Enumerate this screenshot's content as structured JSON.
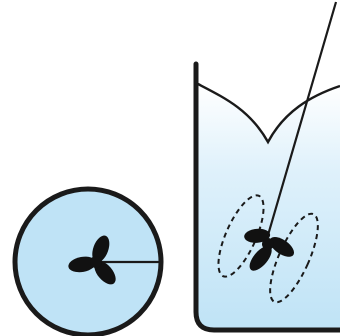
{
  "figure": {
    "views": [
      {
        "name": "top-view",
        "shape": "circle",
        "contains": [
          "shaft",
          "propeller"
        ]
      },
      {
        "name": "side-view",
        "shape": "beaker",
        "contains": [
          "liquid",
          "vortex",
          "tilted-shaft",
          "propeller",
          "flow-loops"
        ]
      }
    ]
  },
  "colors": {
    "liquid": "#bfe3f6",
    "liquid_light": "#ffffff",
    "outline": "#1a1a1a",
    "propeller": "#111111",
    "background": "#ffffff"
  },
  "icons": {
    "propeller": "three-blade-propeller",
    "flow": "dashed-loop"
  }
}
